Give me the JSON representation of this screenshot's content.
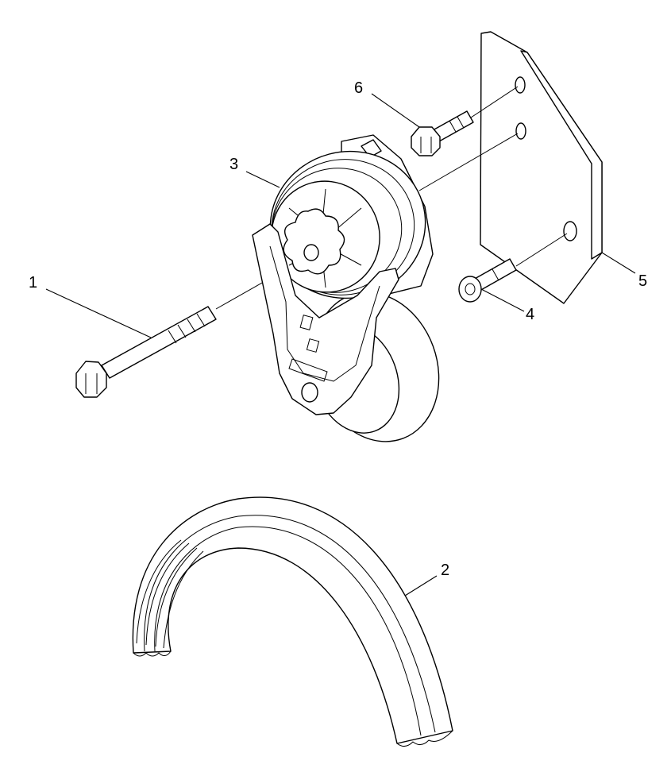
{
  "callouts": {
    "bolt_long": "1",
    "belt": "2",
    "tensioner": "3",
    "screw_flat": "4",
    "plate": "5",
    "bolt_short": "6"
  },
  "colors": {
    "line": "#000000",
    "background": "#ffffff"
  }
}
